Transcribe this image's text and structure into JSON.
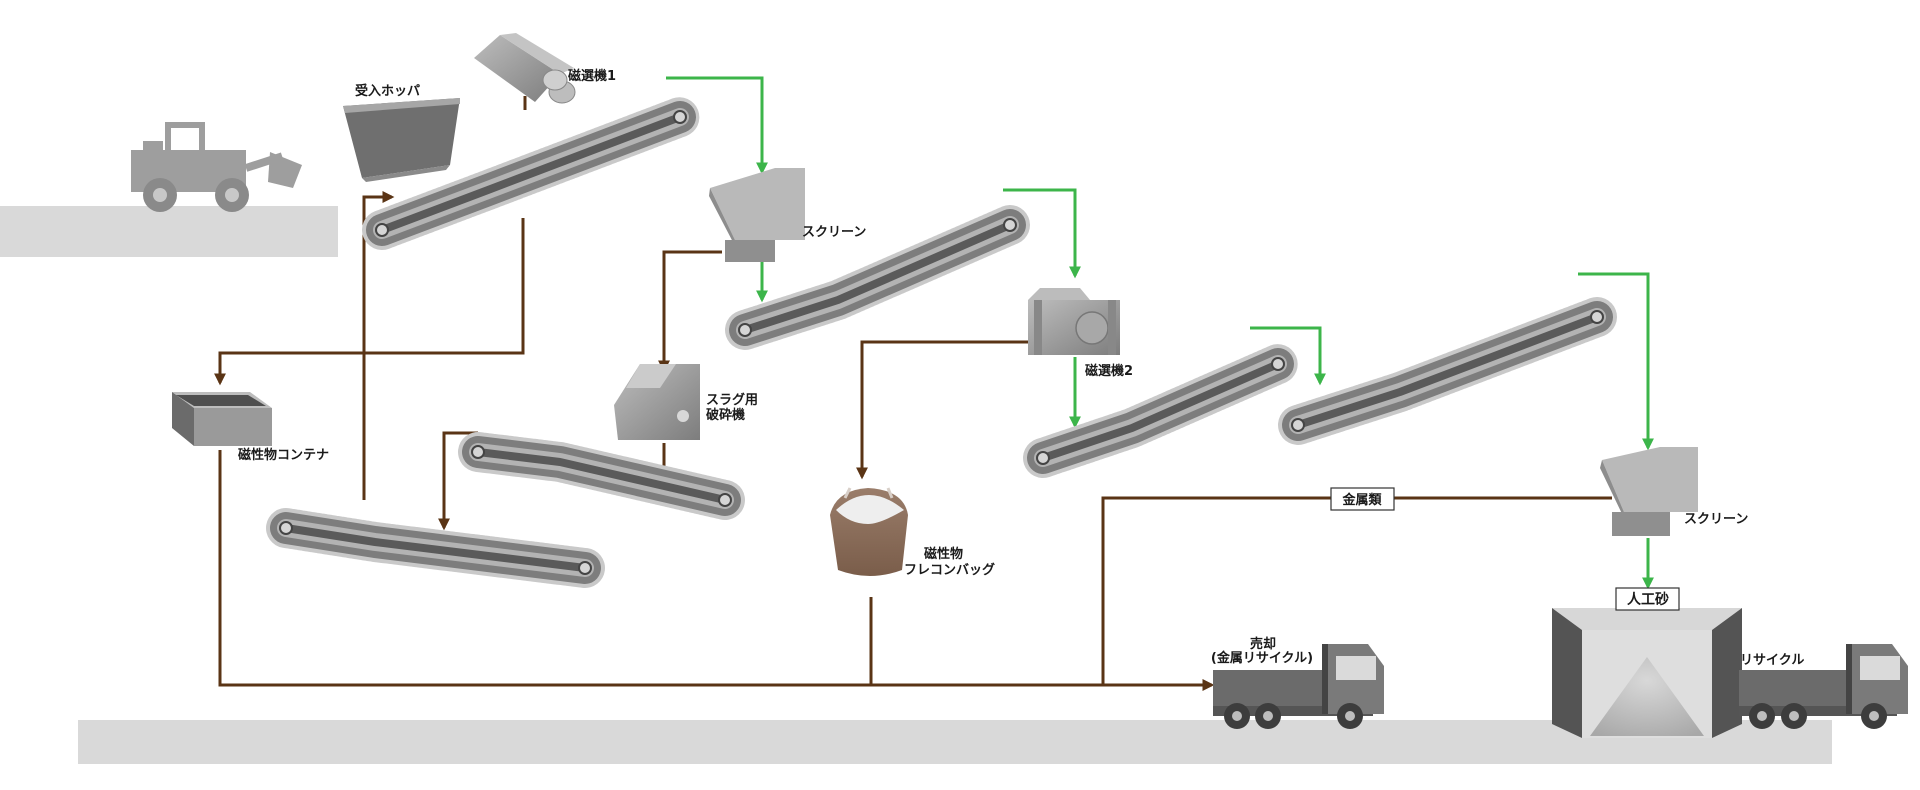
{
  "labels": {
    "hopper": "受入ホッパ",
    "mag1": "磁選機1",
    "screen1": "スクリーン",
    "slag_line1": "スラグ用",
    "slag_line2": "破砕機",
    "mag2": "磁選機2",
    "container": "磁性物コンテナ",
    "flecon_line1": "磁性物",
    "flecon_line2": "フレコンバッグ",
    "metals": "金属類",
    "screen2": "スクリーン",
    "sand": "人工砂",
    "sale_line1": "売却",
    "sale_line2": "(金属リサイクル)",
    "recycle": "リサイクル"
  },
  "colors": {
    "brown": "#5a3415",
    "green": "#3cb54a",
    "machine": "#9b9b9b",
    "ground": "#d9d9d9"
  }
}
